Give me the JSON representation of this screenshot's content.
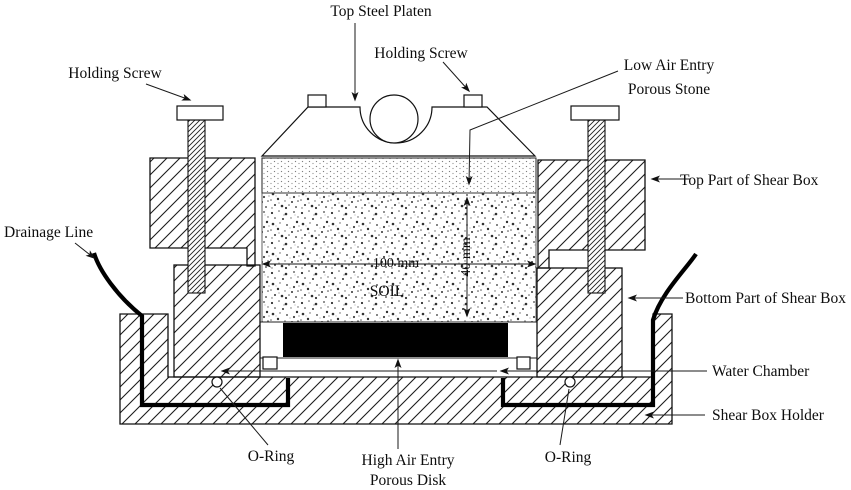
{
  "diagram": {
    "labels": {
      "top_steel_platen": "Top Steel Platen",
      "holding_screw_top": "Holding Screw",
      "holding_screw_left": "Holding Screw",
      "low_air_entry_porous_stone_line1": "Low Air Entry",
      "low_air_entry_porous_stone_line2": "Porous Stone",
      "top_part_of_shear_box": "Top Part of Shear Box",
      "drainage_line": "Drainage Line",
      "bottom_part_of_shear_box": "Bottom Part of Shear Box",
      "water_chamber": "Water Chamber",
      "shear_box_holder": "Shear Box Holder",
      "o_ring_left": "O-Ring",
      "o_ring_right": "O-Ring",
      "high_air_entry_porous_disk_line1": "High Air Entry",
      "high_air_entry_porous_disk_line2": "Porous Disk",
      "soil": "SOIL"
    },
    "dimensions": {
      "specimen_width": "100 mm",
      "specimen_height": "40 mm"
    },
    "colors": {
      "ink": "#111111",
      "porous_disk_fill": "#000000",
      "background": "#ffffff"
    }
  }
}
